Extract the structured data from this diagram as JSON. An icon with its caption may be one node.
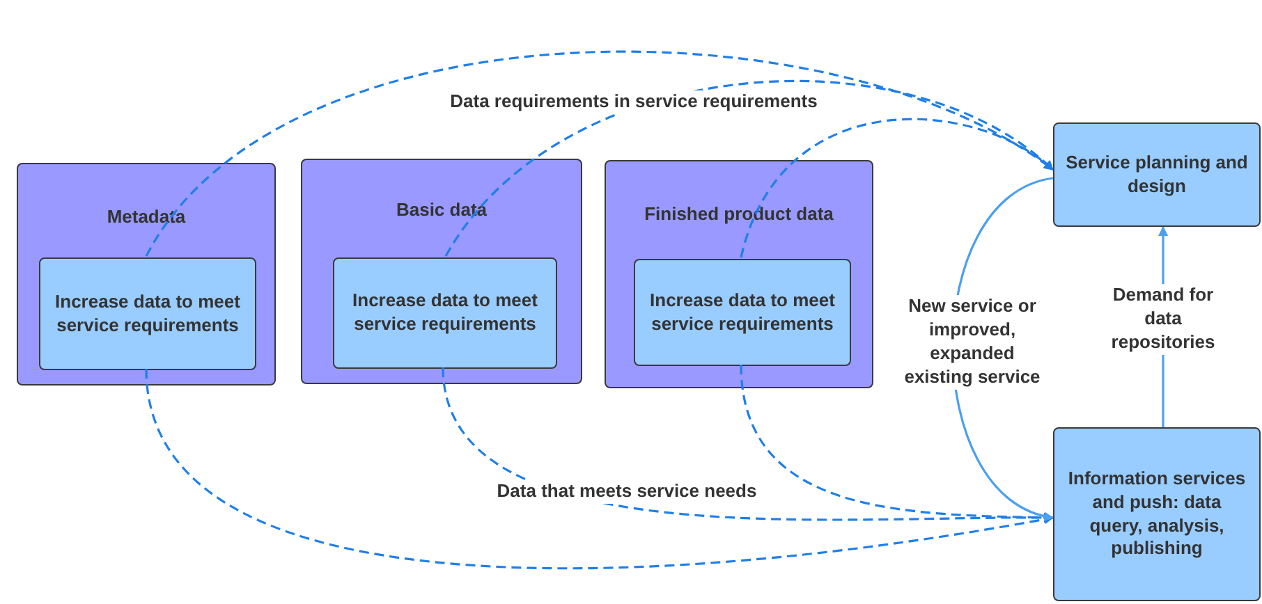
{
  "diagram": {
    "nodes": [
      {
        "text": [
          "Metadata"
        ]
      },
      {
        "text": [
          "Increase data to meet service requirements"
        ],
        "in": 0
      },
      {
        "text": [
          "Basic data"
        ]
      },
      {
        "text": [
          "Increase data to meet service requirements"
        ],
        "in": 2
      },
      {
        "text": [
          "Finished product data"
        ]
      },
      {
        "text": [
          "Increase data to meet service requirements"
        ],
        "in": 4
      },
      {
        "text": [
          "Service planning and design"
        ]
      },
      {
        "text": [
          "Information services and push: data query, analysis, publishing"
        ]
      }
    ],
    "edges": [
      {
        "from": 1,
        "to": 6,
        "arrow": "to",
        "style": "dashed"
      },
      {
        "from": 3,
        "to": 6,
        "arrow": "to",
        "style": "dashed"
      },
      {
        "from": 5,
        "to": 6,
        "arrow": "to",
        "style": "dashed"
      },
      {
        "from": 1,
        "to": 7,
        "arrow": "to",
        "style": "dashed"
      },
      {
        "from": 3,
        "to": 7,
        "arrow": "to",
        "style": "dashed"
      },
      {
        "from": 5,
        "to": 7,
        "arrow": "to",
        "style": "dashed"
      },
      {
        "from": 6,
        "to": 7,
        "arrow": "to",
        "label": "New service or improved, expanded existing service",
        "color": "#4a9ff0"
      },
      {
        "from": 7,
        "to": 6,
        "arrow": "to",
        "label": "Demand for data repositories",
        "color": "#4a9ff0"
      }
    ],
    "labels": [
      "Data requirements in service requirements",
      "Data that meets service needs"
    ]
  }
}
